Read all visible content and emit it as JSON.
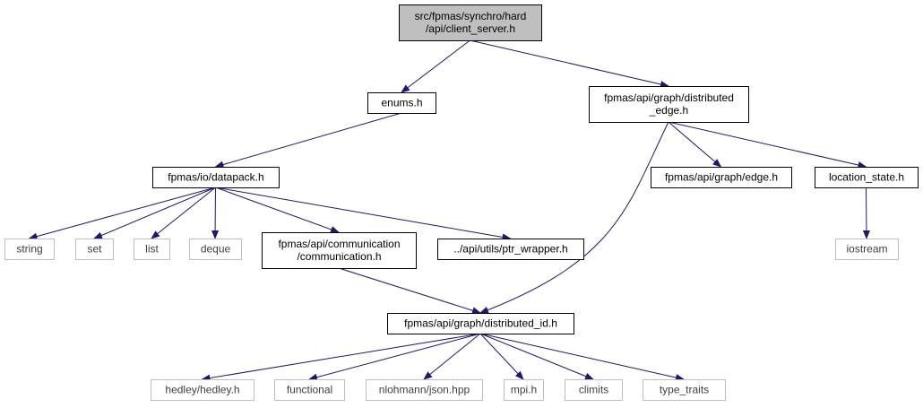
{
  "colors": {
    "edge": "#191970",
    "root_fill": "#bfbfbf",
    "node_stroke": "#000000",
    "external_stroke": "#bfbfbf",
    "external_text": "#404040",
    "node_text": "#000000"
  },
  "nodes": [
    {
      "id": "root",
      "lines": [
        "src/fpmas/synchro/hard",
        "/api/client_server.h"
      ],
      "kind": "root"
    },
    {
      "id": "enums",
      "lines": [
        "enums.h"
      ],
      "kind": "local"
    },
    {
      "id": "distributed_edge",
      "lines": [
        "fpmas/api/graph/distributed",
        "_edge.h"
      ],
      "kind": "local"
    },
    {
      "id": "datapack",
      "lines": [
        "fpmas/io/datapack.h"
      ],
      "kind": "local"
    },
    {
      "id": "edge",
      "lines": [
        "fpmas/api/graph/edge.h"
      ],
      "kind": "local"
    },
    {
      "id": "location_state",
      "lines": [
        "location_state.h"
      ],
      "kind": "local"
    },
    {
      "id": "string",
      "lines": [
        "string"
      ],
      "kind": "external"
    },
    {
      "id": "set",
      "lines": [
        "set"
      ],
      "kind": "external"
    },
    {
      "id": "list",
      "lines": [
        "list"
      ],
      "kind": "external"
    },
    {
      "id": "deque",
      "lines": [
        "deque"
      ],
      "kind": "external"
    },
    {
      "id": "communication",
      "lines": [
        "fpmas/api/communication",
        "/communication.h"
      ],
      "kind": "local"
    },
    {
      "id": "ptr_wrapper",
      "lines": [
        "../api/utils/ptr_wrapper.h"
      ],
      "kind": "local"
    },
    {
      "id": "iostream",
      "lines": [
        "iostream"
      ],
      "kind": "external"
    },
    {
      "id": "distributed_id",
      "lines": [
        "fpmas/api/graph/distributed_id.h"
      ],
      "kind": "local"
    },
    {
      "id": "hedley",
      "lines": [
        "hedley/hedley.h"
      ],
      "kind": "external"
    },
    {
      "id": "functional",
      "lines": [
        "functional"
      ],
      "kind": "external"
    },
    {
      "id": "json",
      "lines": [
        "nlohmann/json.hpp"
      ],
      "kind": "external"
    },
    {
      "id": "mpi",
      "lines": [
        "mpi.h"
      ],
      "kind": "external"
    },
    {
      "id": "climits",
      "lines": [
        "climits"
      ],
      "kind": "external"
    },
    {
      "id": "type_traits",
      "lines": [
        "type_traits"
      ],
      "kind": "external"
    }
  ],
  "edges": [
    {
      "from": "root",
      "to": "enums"
    },
    {
      "from": "root",
      "to": "distributed_edge"
    },
    {
      "from": "enums",
      "to": "datapack"
    },
    {
      "from": "datapack",
      "to": "string"
    },
    {
      "from": "datapack",
      "to": "set"
    },
    {
      "from": "datapack",
      "to": "list"
    },
    {
      "from": "datapack",
      "to": "deque"
    },
    {
      "from": "datapack",
      "to": "communication"
    },
    {
      "from": "datapack",
      "to": "ptr_wrapper"
    },
    {
      "from": "communication",
      "to": "distributed_id"
    },
    {
      "from": "distributed_edge",
      "to": "distributed_id"
    },
    {
      "from": "distributed_edge",
      "to": "edge"
    },
    {
      "from": "distributed_edge",
      "to": "location_state"
    },
    {
      "from": "location_state",
      "to": "iostream"
    },
    {
      "from": "distributed_id",
      "to": "hedley"
    },
    {
      "from": "distributed_id",
      "to": "functional"
    },
    {
      "from": "distributed_id",
      "to": "json"
    },
    {
      "from": "distributed_id",
      "to": "mpi"
    },
    {
      "from": "distributed_id",
      "to": "climits"
    },
    {
      "from": "distributed_id",
      "to": "type_traits"
    }
  ]
}
